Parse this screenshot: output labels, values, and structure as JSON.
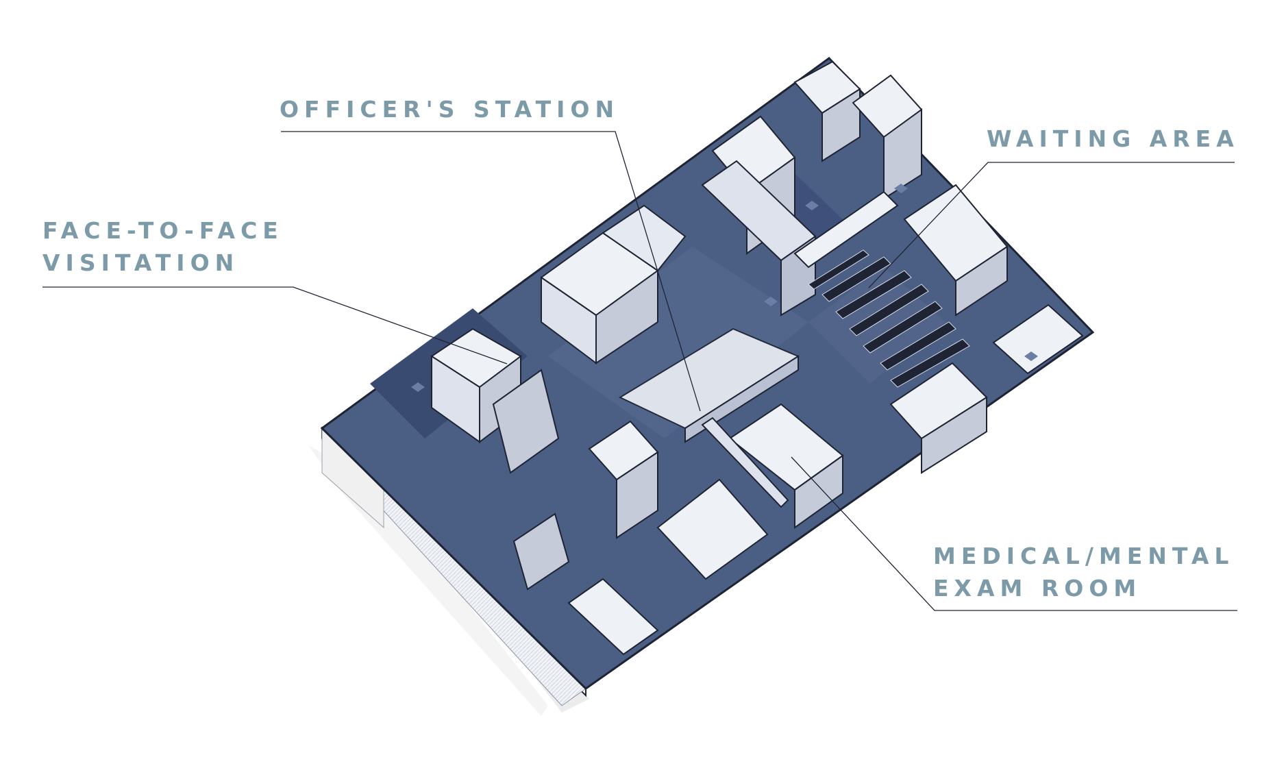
{
  "colors": {
    "label": "#7c9aa8",
    "leader": "#1e2433",
    "floor": "#4b5e84",
    "floor_dark": "#394a6f",
    "wall_light": "#eef1f6",
    "wall_mid": "#c5cbd9",
    "shadow": "#e9e9e9"
  },
  "labels": {
    "officers_station": [
      "OFFICER'S STATION"
    ],
    "waiting_area": [
      "WAITING AREA"
    ],
    "face_to_face_visitation": [
      "FACE-TO-FACE",
      "VISITATION"
    ],
    "medical_mental_exam_room": [
      "MEDICAL/MENTAL",
      "EXAM ROOM"
    ]
  }
}
